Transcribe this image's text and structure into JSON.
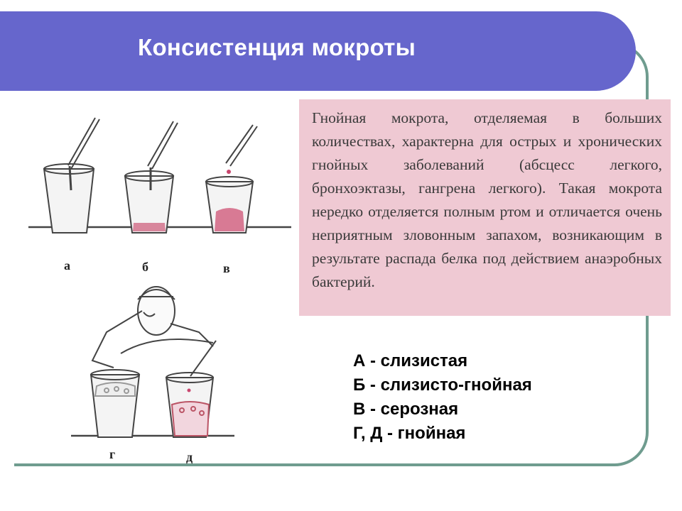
{
  "slide": {
    "title": "Консистенция мокроты",
    "description": "Гнойная мокрота, отделяемая в больших количествах, характерна для острых и хронических гнойных заболеваний (абсцесс легкого, бронхоэктазы, гангрена легкого). Такая мокрота нередко отделяется полным ртом и отличается очень неприятным зловонным запахом, возникающим в результате распада белка под действием анаэробных бактерий.",
    "legend": [
      "А - слизистая",
      "Б - слизисто-гнойная",
      "В - серозная",
      "Г, Д - гнойная"
    ]
  },
  "illustration": {
    "labels": [
      "а",
      "б",
      "в",
      "г",
      "д"
    ]
  },
  "colors": {
    "title_bar": "#6666cc",
    "title_text": "#ffffff",
    "frame_border": "#6f9c8f",
    "text_box_bg": "#efc9d3",
    "sputum": "#c8466e"
  }
}
